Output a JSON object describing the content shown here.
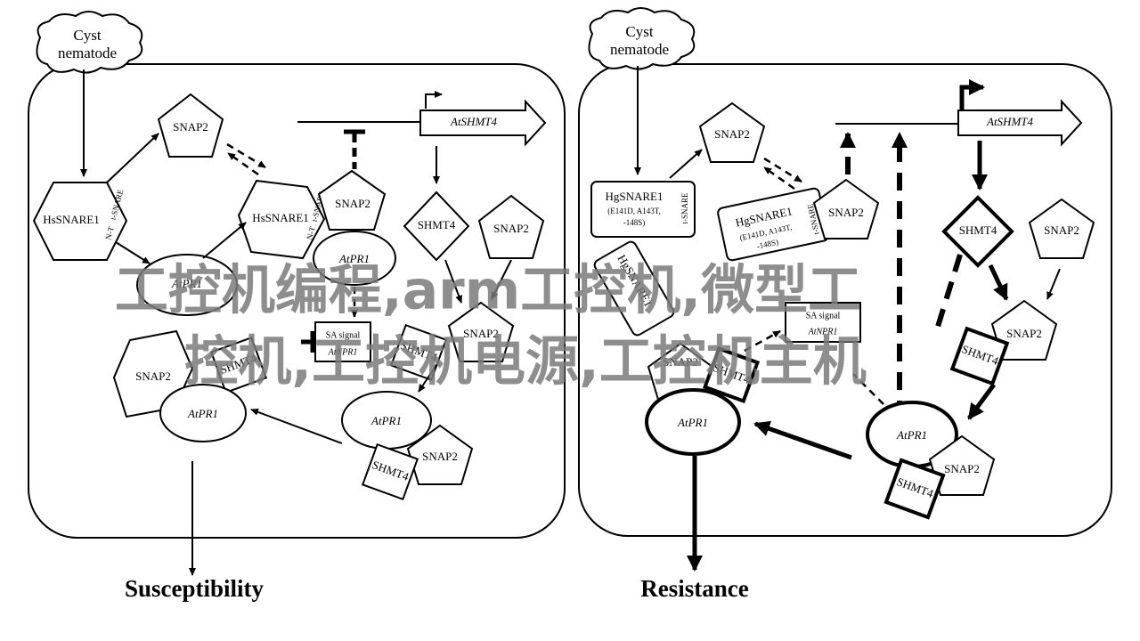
{
  "left_panel": {
    "cloud": [
      "Cyst",
      "nematode"
    ],
    "hs_snare1": "HsSNARE1",
    "nt_label": "N-T",
    "tsnare_label": "t-SNARE",
    "snap2": "SNAP2",
    "atshmt4": "AtSHMT4",
    "shmt4": "SHMT4",
    "atpr1": "AtPR1",
    "sa_signal": "SA signal",
    "atnpr1": "AtNPR1",
    "outcome": "Susceptibility"
  },
  "right_panel": {
    "cloud": [
      "Cyst",
      "nematode"
    ],
    "hg_snare1": "HgSNARE1",
    "hg_variants": [
      "(E141D, A143T,",
      "-148S)"
    ],
    "tsnare_label": "t-SNARE",
    "snap2": "SNAP2",
    "atshmt4": "AtSHMT4",
    "shmt4": "SHMT4",
    "atpr1": "AtPR1",
    "sa_signal": "SA signal",
    "atnpr1": "AtNPR1",
    "outcome": "Resistance"
  },
  "watermark": [
    "工控机编程,arm工控机,微型工",
    "控机,工控机电源,工控机主机"
  ],
  "colors": {
    "ink": "#000000",
    "background": "#ffffff",
    "watermark": "#7a7a7a"
  }
}
